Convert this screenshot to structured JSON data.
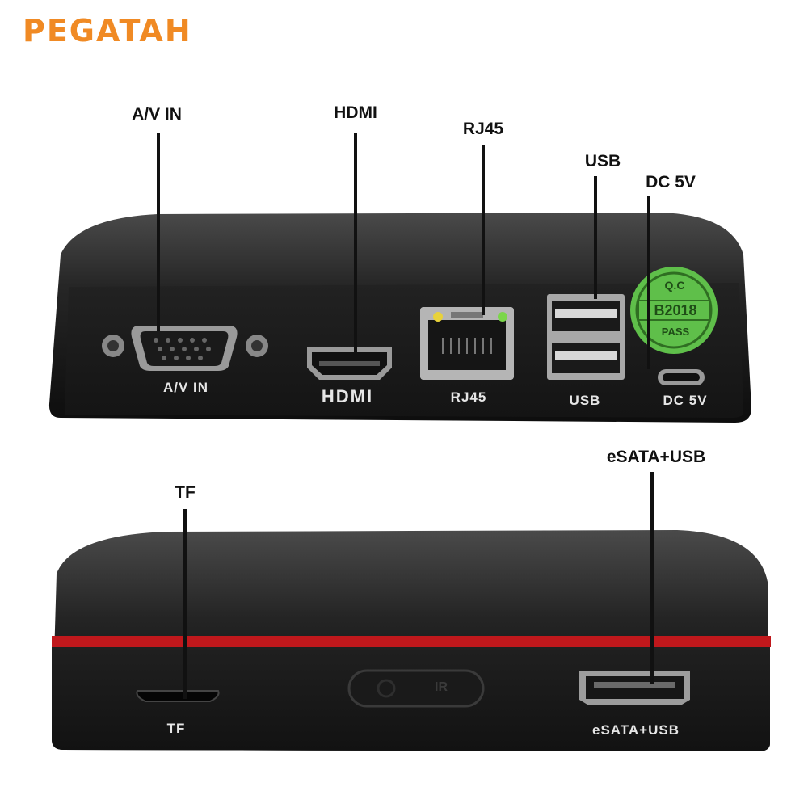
{
  "brand": {
    "name": "PEGATAH",
    "color": "#f08a24"
  },
  "top_view": {
    "callouts": {
      "av_in": "A/V IN",
      "hdmi": "HDMI",
      "rj45": "RJ45",
      "usb": "USB",
      "dc5v": "DC 5V"
    },
    "panel_labels": {
      "av_in": "A/V IN",
      "hdmi": "HDMI",
      "rj45": "RJ45",
      "usb": "USB",
      "dc5v": "DC 5V"
    },
    "qc_sticker": {
      "line1": "Q.C",
      "line2": "B2018",
      "line3": "PASS",
      "color": "#5fbf4a"
    }
  },
  "bottom_view": {
    "callouts": {
      "tf": "TF",
      "esata_usb": "eSATA+USB"
    },
    "panel_labels": {
      "tf": "TF",
      "esata_usb": "eSATA+USB",
      "ir": "IR"
    },
    "accent_stripe_color": "#c0181c"
  }
}
